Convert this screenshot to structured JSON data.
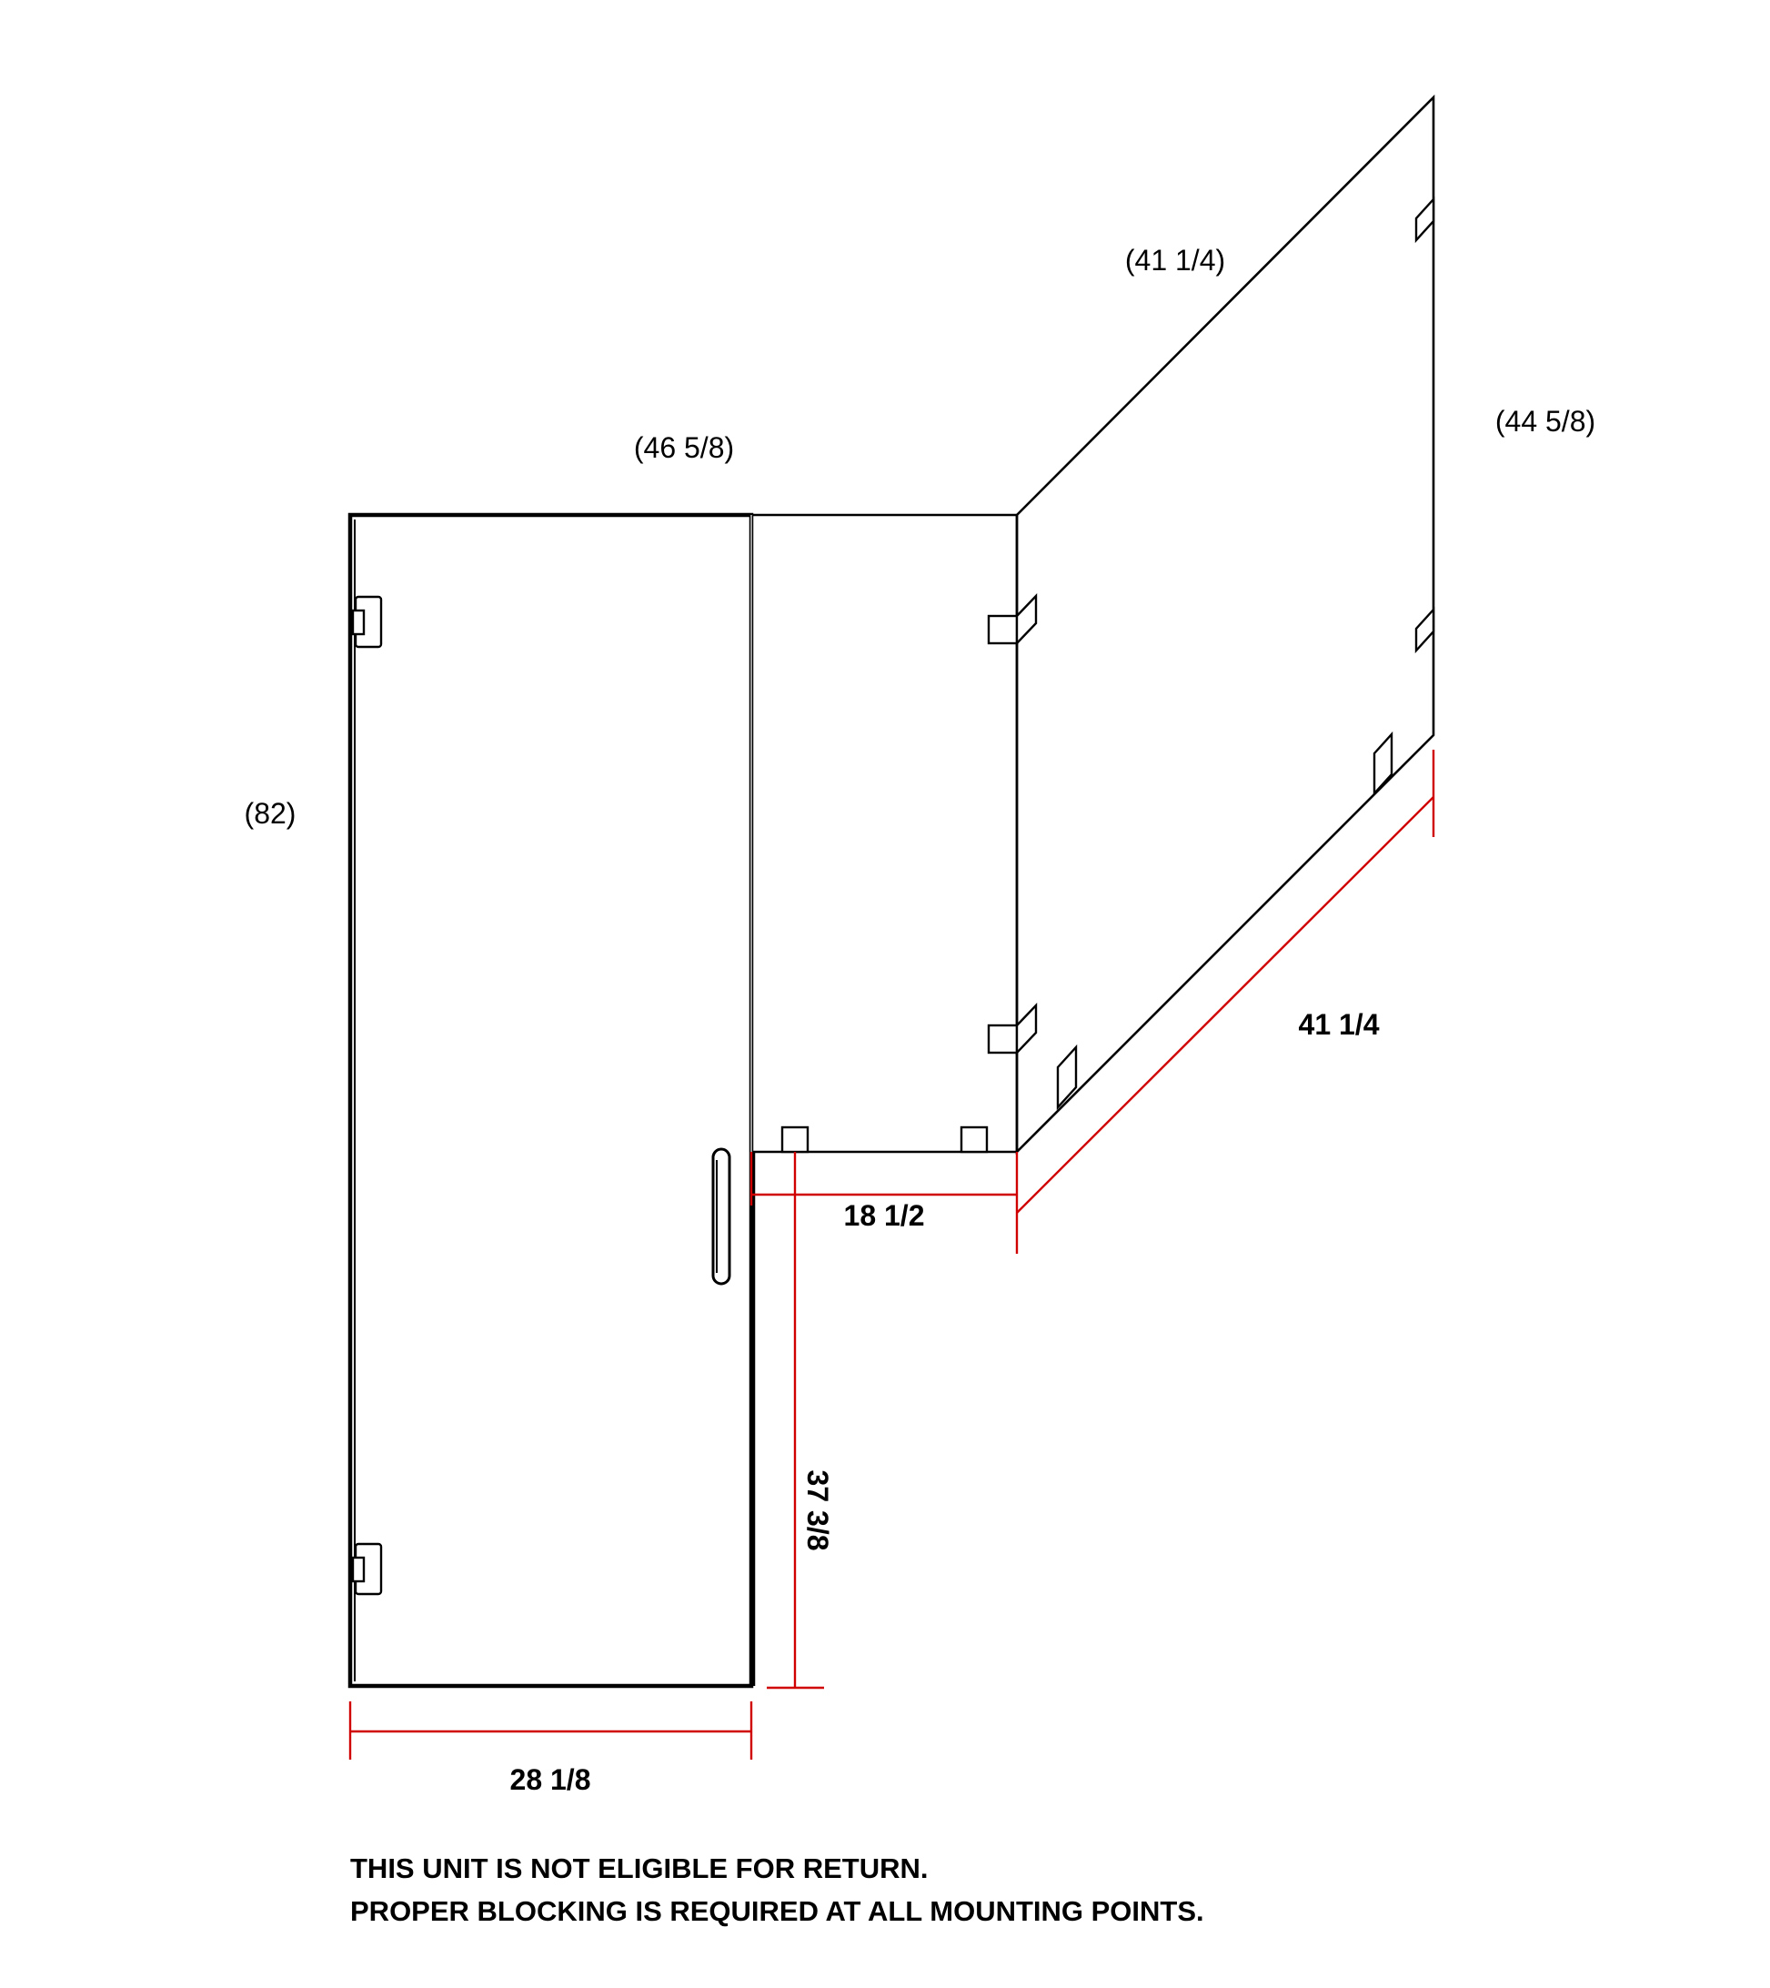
{
  "reference_dimensions": {
    "return_panel_top": "(41 1/4)",
    "return_panel_height": "(44 5/8)",
    "front_top_width": "(46 5/8)",
    "door_height": "(82)"
  },
  "finished_dimensions": {
    "return_panel_bottom": "41 1/4",
    "inline_panel_width": "18 1/2",
    "inline_panel_offset": "37 3/8",
    "door_width": "28 1/8"
  },
  "notes": {
    "line1": "THIS UNIT IS NOT ELIGIBLE FOR RETURN.",
    "line2": "PROPER BLOCKING IS REQUIRED AT ALL MOUNTING POINTS."
  },
  "colors": {
    "line": "#000000",
    "dimension": "#d00000",
    "background": "#ffffff"
  }
}
